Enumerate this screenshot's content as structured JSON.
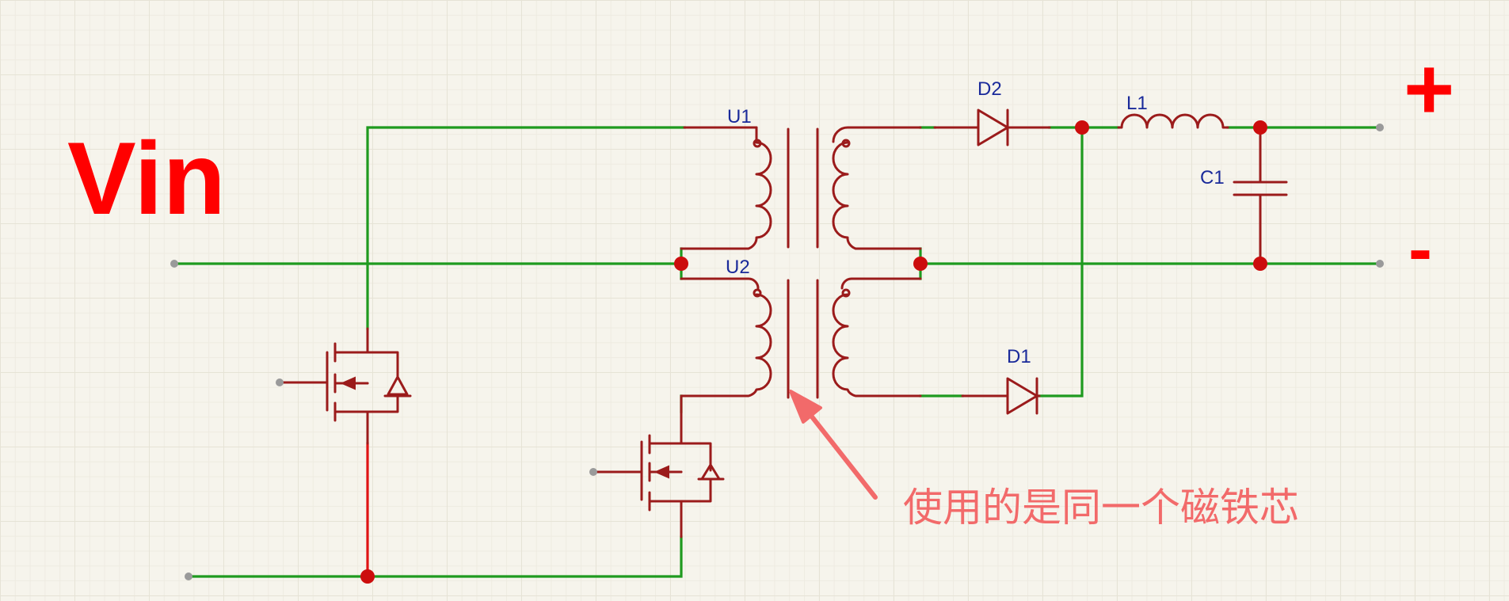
{
  "title": "Vin",
  "polarity": {
    "plus": "+",
    "minus": "-"
  },
  "designators": {
    "u1": "U1",
    "u2": "U2",
    "d1": "D1",
    "d2": "D2",
    "l1": "L1",
    "c1": "C1"
  },
  "annotation": "使用的是同一个磁铁芯",
  "colors": {
    "component": "#9b1b1b",
    "wire": "#1f9a1f",
    "wire_highlight": "#e01414",
    "junction": "#cc0d0d",
    "label": "#ff0000",
    "designator": "#1a2a9a",
    "annotation": "#f26a6a"
  }
}
